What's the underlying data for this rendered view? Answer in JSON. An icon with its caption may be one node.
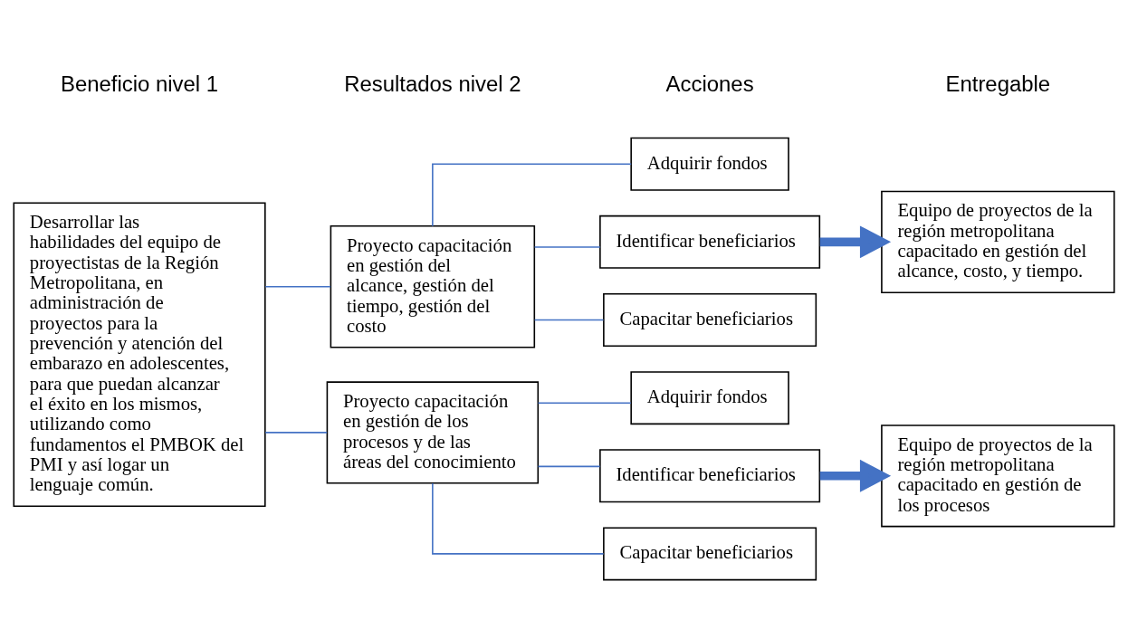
{
  "diagram": {
    "nodes": [
      {
        "text": [
          "Desarrollar las habilidades del equipo de proyectistas de la Región Metropolitana, en administración de proyectos para la prevención y atención del embarazo en adolescentes, para que puedan alcanzar el éxito en los mismos, utilizando como fundamentos el PMBOK del PMI y así logar un lenguaje común."
        ]
      },
      {
        "text": [
          "Proyecto capacitación en gestión del alcance, gestión del tiempo, gestión del costo"
        ]
      },
      {
        "text": [
          "Adquirir fondos"
        ]
      },
      {
        "text": [
          "Identificar beneficiarios"
        ]
      },
      {
        "text": [
          "Capacitar beneficiarios"
        ]
      },
      {
        "text": [
          "Equipo de proyectos de la región metropolitana capacitado en gestión del alcance, costo, y tiempo."
        ]
      },
      {
        "text": [
          "Proyecto capacitación en gestión de los procesos y de las áreas del conocimiento"
        ]
      },
      {
        "text": [
          "Adquirir fondos"
        ]
      },
      {
        "text": [
          "Identificar beneficiarios"
        ]
      },
      {
        "text": [
          "Capacitar beneficiarios"
        ]
      },
      {
        "text": [
          "Equipo de proyectos de la región metropolitana capacitado en gestión de los procesos"
        ]
      }
    ],
    "edges": [
      {
        "from": 0,
        "to": 1,
        "arrow": "none"
      },
      {
        "from": 0,
        "to": 6,
        "arrow": "none"
      },
      {
        "from": 1,
        "to": 2,
        "arrow": "none"
      },
      {
        "from": 1,
        "to": 3,
        "arrow": "none"
      },
      {
        "from": 1,
        "to": 4,
        "arrow": "none"
      },
      {
        "from": 3,
        "to": 5,
        "arrow": "to",
        "style": "thick"
      },
      {
        "from": 6,
        "to": 7,
        "arrow": "none"
      },
      {
        "from": 6,
        "to": 8,
        "arrow": "none"
      },
      {
        "from": 6,
        "to": 9,
        "arrow": "none"
      },
      {
        "from": 8,
        "to": 10,
        "arrow": "to",
        "style": "thick"
      }
    ],
    "labels": [
      "Beneficio nivel 1",
      "Resultados nivel 2",
      "Acciones",
      "Entregable"
    ]
  }
}
